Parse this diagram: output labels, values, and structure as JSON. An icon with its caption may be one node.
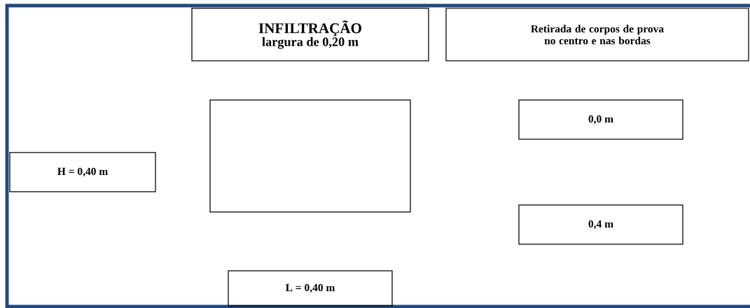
{
  "diagram": {
    "nodes": [
      {
        "text": [
          "INFILTRAÇÃO",
          "largura de 0,20 m"
        ]
      },
      {
        "text": [
          "Retirada de corpos de prova no centro e nas bordas"
        ]
      },
      {
        "text": [],
        "shape": "box"
      },
      {
        "text": [
          "0,0 m"
        ]
      },
      {
        "text": [
          "H = 0,40 m"
        ]
      },
      {
        "text": [
          "0,4 m"
        ]
      },
      {
        "text": [
          "L = 0,40 m"
        ]
      }
    ]
  }
}
